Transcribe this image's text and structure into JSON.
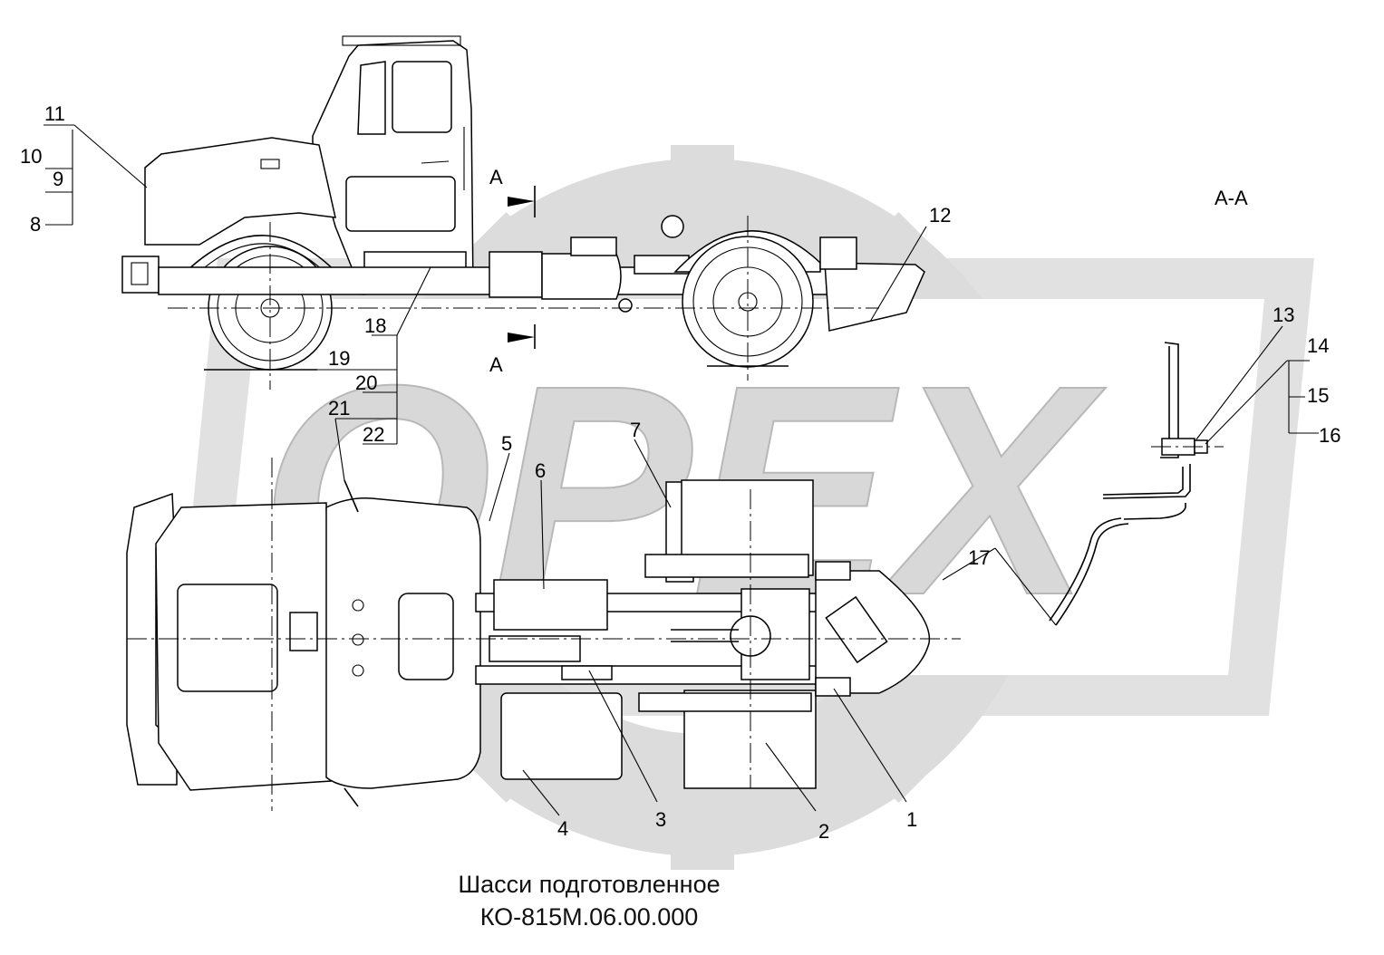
{
  "section_marks": {
    "arrow_label_top": "А",
    "arrow_label_bottom": "А",
    "section_view_title": "А-А"
  },
  "callouts": {
    "c1": "1",
    "c2": "2",
    "c3": "3",
    "c4": "4",
    "c5": "5",
    "c6": "6",
    "c7": "7",
    "c8": "8",
    "c9": "9",
    "c10": "10",
    "c11": "11",
    "c12": "12",
    "c13": "13",
    "c14": "14",
    "c15": "15",
    "c16": "16",
    "c17": "17",
    "c18": "18",
    "c19": "19",
    "c20": "20",
    "c21": "21",
    "c22": "22"
  },
  "watermark": "OPEX",
  "caption": {
    "line1": "Шасси подготовленное",
    "line2": "КО-815М.06.00.000"
  }
}
